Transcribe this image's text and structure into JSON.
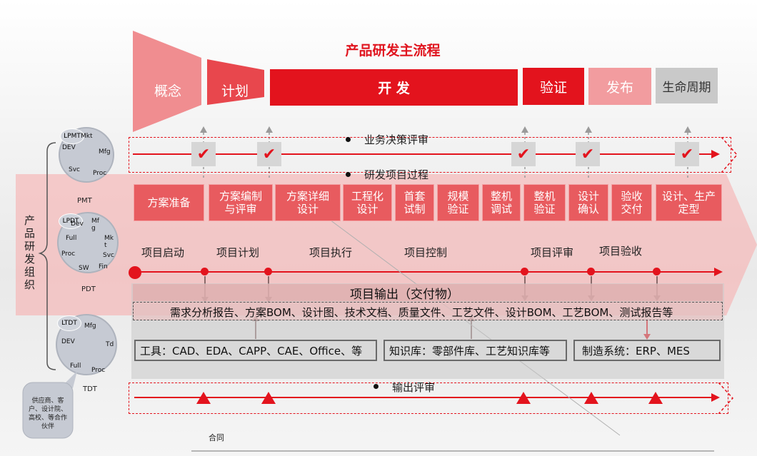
{
  "title": "产品研发主流程",
  "phases": [
    {
      "label": "概念"
    },
    {
      "label": "计划"
    },
    {
      "label": "开 发"
    },
    {
      "label": "验证"
    },
    {
      "label": "发布"
    },
    {
      "label": "生命周期"
    }
  ],
  "lanes": {
    "decision": "业务决策评审",
    "process": "研发项目过程",
    "output_review": "输出评审"
  },
  "steps": [
    "方案准备",
    "方案编制\n与评审",
    "方案详细\n设计",
    "工程化\n设计",
    "首套\n试制",
    "规模\n验证",
    "整机\n调试",
    "整机\n验证",
    "设计\n确认",
    "验收\n交付",
    "设计、生产\n定型"
  ],
  "milestones": [
    "项目启动",
    "项目计划",
    "项目执行",
    "项目控制",
    "项目评审",
    "项目验收"
  ],
  "output": {
    "title": "项目输出（交付物）",
    "items": "需求分析报告、方案BOM、设计图、技术文档、质量文件、工艺文件、设计BOM、工艺BOM、测试报告等"
  },
  "tools": [
    "工具：CAD、EDA、CAPP、CAE、Office、等",
    "知识库：零部件库、工艺知识库等",
    "制造系统：ERP、MES"
  ],
  "org": {
    "label": "产品研发组织",
    "teams": [
      {
        "name": "PMT",
        "center": "LPMT",
        "roles": [
          "Mkt",
          "Mfg",
          "Proc",
          "Svc",
          "DEV"
        ]
      },
      {
        "name": "PDT",
        "center": "LPDT",
        "roles": [
          "Dev",
          "Mf g",
          "Mk t",
          "Svc",
          "Fin",
          "SW",
          "Proc",
          "Full"
        ]
      },
      {
        "name": "TDT",
        "center": "LTDT",
        "roles": [
          "Mfg",
          "Td",
          "Proc",
          "Full",
          "DEV"
        ]
      }
    ],
    "partners": "供应商、客户、设计院、高校、等合作伙伴"
  },
  "footer": "合同",
  "colors": {
    "accent": "#e3131d",
    "light": "#f29c9f"
  }
}
